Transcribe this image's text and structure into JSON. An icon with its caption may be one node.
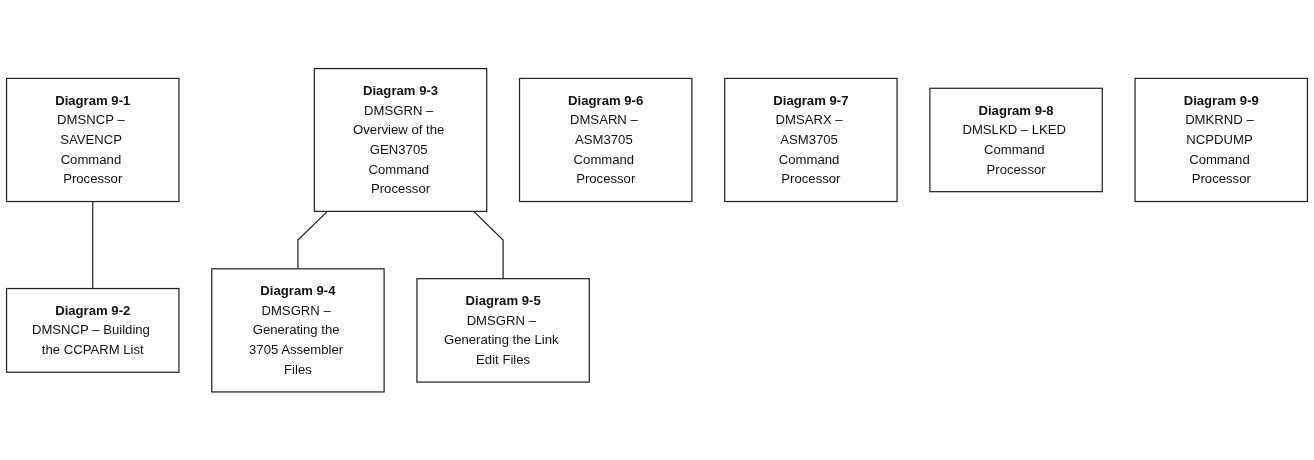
{
  "diagram": {
    "nodes": [
      {
        "text": [
          "Diagram 9-1",
          "DMSNCP – SAVENCP Command Processor"
        ]
      },
      {
        "text": [
          "Diagram 9-3",
          "DMSGRN – Overview of the GEN3705 Command Processor"
        ]
      },
      {
        "text": [
          "Diagram 9-6",
          "DMSARN – ASM3705 Command Processor"
        ]
      },
      {
        "text": [
          "Diagram 9-7",
          "DMSARX – ASM3705 Command Processor"
        ]
      },
      {
        "text": [
          "Diagram 9-8",
          "DMSLKD – LKED Command Processor"
        ]
      },
      {
        "text": [
          "Diagram 9-9",
          "DMKRND – NCPDUMP Command Processor"
        ]
      },
      {
        "text": [
          "Diagram 9-2",
          "DMSNCP – Building the CCPARM List"
        ]
      },
      {
        "text": [
          "Diagram 9-4",
          "DMSGRN – Generating the 3705 Assembler Files"
        ]
      },
      {
        "text": [
          "Diagram 9-5",
          "DMSGRN – Generating the Link Edit Files"
        ]
      }
    ],
    "edges": [
      {
        "from": 0,
        "to": 6,
        "arrow": "none"
      },
      {
        "from": 1,
        "to": 7,
        "arrow": "none"
      },
      {
        "from": 1,
        "to": 8,
        "arrow": "none"
      }
    ]
  }
}
